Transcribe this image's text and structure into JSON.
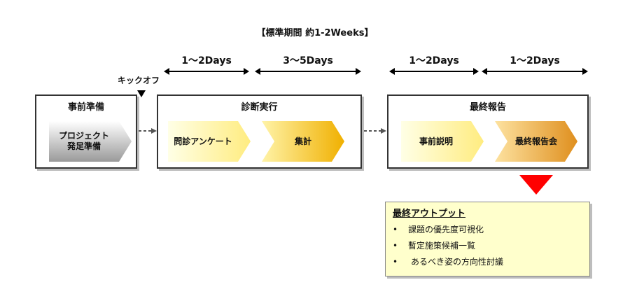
{
  "header": {
    "title": "【標準期間 約1-2Weeks】"
  },
  "durations": [
    {
      "label": "1～2Days"
    },
    {
      "label": "3～5Days"
    },
    {
      "label": "1～2Days"
    },
    {
      "label": "1～2Days"
    }
  ],
  "kickoff": {
    "label": "キックオフ"
  },
  "phases": [
    {
      "title": "事前準備",
      "steps": [
        {
          "label": "プロジェクト\n発足準備"
        }
      ]
    },
    {
      "title": "診断実行",
      "steps": [
        {
          "label": "問診アンケート"
        },
        {
          "label": "集計"
        }
      ]
    },
    {
      "title": "最終報告",
      "steps": [
        {
          "label": "事前説明"
        },
        {
          "label": "最終報告会"
        }
      ]
    }
  ],
  "output": {
    "title": "最終アウトプット",
    "items": [
      {
        "bullet": "•",
        "text": "課題の優先度可視化"
      },
      {
        "bullet": "•",
        "text": "暫定施策候補一覧"
      },
      {
        "bullet": "•",
        "text": "あるべき姿の方向性討議"
      }
    ]
  },
  "colors": {
    "gray_step": "#b8b8b8",
    "light_yellow_step": "#ffef8a",
    "gold_step": "#f2b400",
    "orange_step": "#e39a2c",
    "output_arrow": "#ff0000",
    "output_box": "#ffffcc"
  }
}
